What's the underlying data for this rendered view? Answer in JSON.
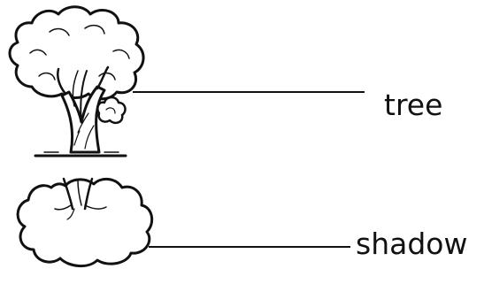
{
  "labels": {
    "tree": "tree",
    "shadow": "shadow"
  },
  "icons": {
    "tree": "tree-illustration",
    "shadow": "tree-shadow-illustration"
  },
  "colors": {
    "ink": "#111111",
    "background": "#ffffff"
  }
}
